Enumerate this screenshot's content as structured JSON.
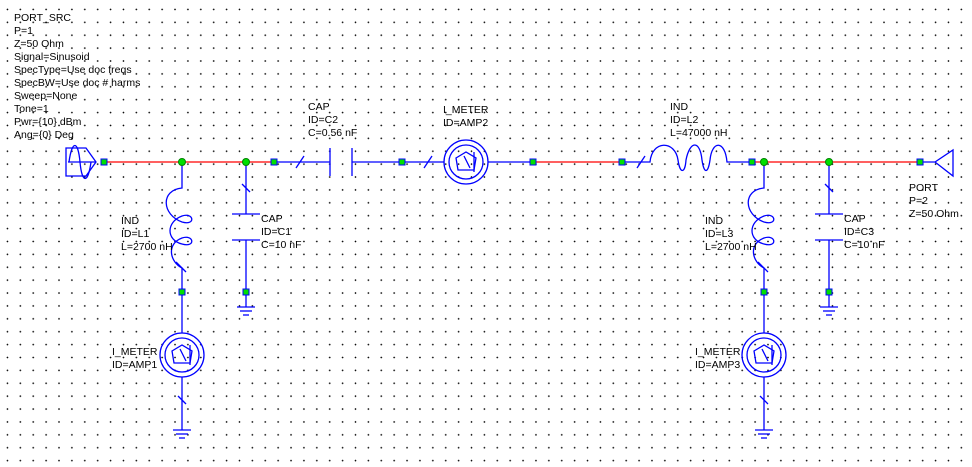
{
  "port_src": {
    "lines": [
      "PORT_SRC",
      "P=1",
      "Z=50 Ohm",
      "Signal=Sinusoid",
      "SpecType=Use doc freqs",
      "SpecBW=Use doc # harms",
      "Sweep=None",
      "Tone=1",
      "Pwr={10} dBm",
      "Ang={0} Deg"
    ]
  },
  "c2": {
    "lines": [
      "CAP",
      "ID=C2",
      "C=0.56 nF"
    ]
  },
  "amp2": {
    "lines": [
      "I_METER",
      "ID=AMP2"
    ]
  },
  "l2": {
    "lines": [
      "IND",
      "ID=L2",
      "L=47000 nH"
    ]
  },
  "l1": {
    "lines": [
      "IND",
      "ID=L1",
      "L=2700 nH"
    ]
  },
  "c1": {
    "lines": [
      "CAP",
      "ID=C1",
      "C=10 nF"
    ]
  },
  "amp1": {
    "lines": [
      "I_METER",
      "ID=AMP1"
    ]
  },
  "l3": {
    "lines": [
      "IND",
      "ID=L3",
      "L=2700 nH"
    ]
  },
  "c3": {
    "lines": [
      "CAP",
      "ID=C3",
      "C=10 nF"
    ]
  },
  "amp3": {
    "lines": [
      "I_METER",
      "ID=AMP3"
    ]
  },
  "port2": {
    "lines": [
      "PORT",
      "P=2",
      "Z=50 Ohm"
    ]
  },
  "colors": {
    "wire": "#0000ff",
    "net": "#ff0000",
    "node": "#00e000"
  }
}
